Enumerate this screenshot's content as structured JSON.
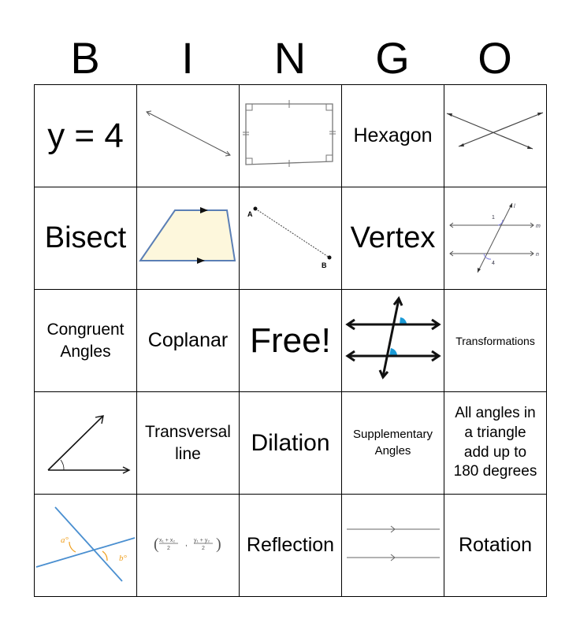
{
  "header": [
    "B",
    "I",
    "N",
    "G",
    "O"
  ],
  "cells": {
    "r1c1": "y = 4",
    "r1c4": "Hexagon",
    "r2c1": "Bisect",
    "r2c4": "Vertex",
    "r3c1": "Congruent\nAngles",
    "r3c2": "Coplanar",
    "r3c3": "Free!",
    "r3c5": "Transformations",
    "r4c2": "Transversal\nline",
    "r4c3": "Dilation",
    "r4c4": "Supplementary\nAngles",
    "r4c5": "All angles in\na triangle\nadd up to\n180 degrees",
    "r5c3": "Reflection",
    "r5c5": "Rotation"
  },
  "diagram_labels": {
    "segment_a": "A",
    "segment_b": "B",
    "parallel_l": "l",
    "parallel_m": "m",
    "parallel_n": "n",
    "angle_1": "1",
    "angle_4": "4",
    "angle_a": "a°",
    "angle_b": "b°",
    "midpoint_x_num": "x₁ + x₂",
    "midpoint_y_num": "y₁ + y₂",
    "midpoint_den": "2"
  },
  "colors": {
    "trapezoid_fill": "#fdf7dc",
    "trapezoid_stroke": "#5b7fb5",
    "angle_blue": "#1a9ad6",
    "line_blue": "#4a8fd0",
    "angle_orange": "#f0a020"
  }
}
